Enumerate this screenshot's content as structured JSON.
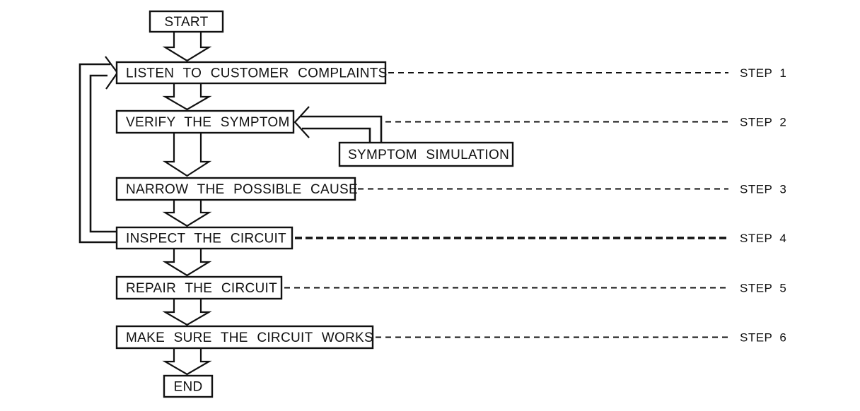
{
  "diagram": {
    "background_color": "#ffffff",
    "line_color": "#111111",
    "nodes": {
      "start": "START",
      "listen": "LISTEN TO CUSTOMER COMPLAINTS",
      "verify": "VERIFY THE SYMPTOM",
      "symptom_simulation": "SYMPTOM SIMULATION",
      "narrow": "NARROW THE POSSIBLE CAUSE",
      "inspect": "INSPECT THE CIRCUIT",
      "repair": "REPAIR THE CIRCUIT",
      "make_sure": "MAKE SURE THE CIRCUIT WORKS",
      "end": "END"
    },
    "step_labels": [
      "STEP 1",
      "STEP 2",
      "STEP 3",
      "STEP 4",
      "STEP 5",
      "STEP 6"
    ]
  }
}
